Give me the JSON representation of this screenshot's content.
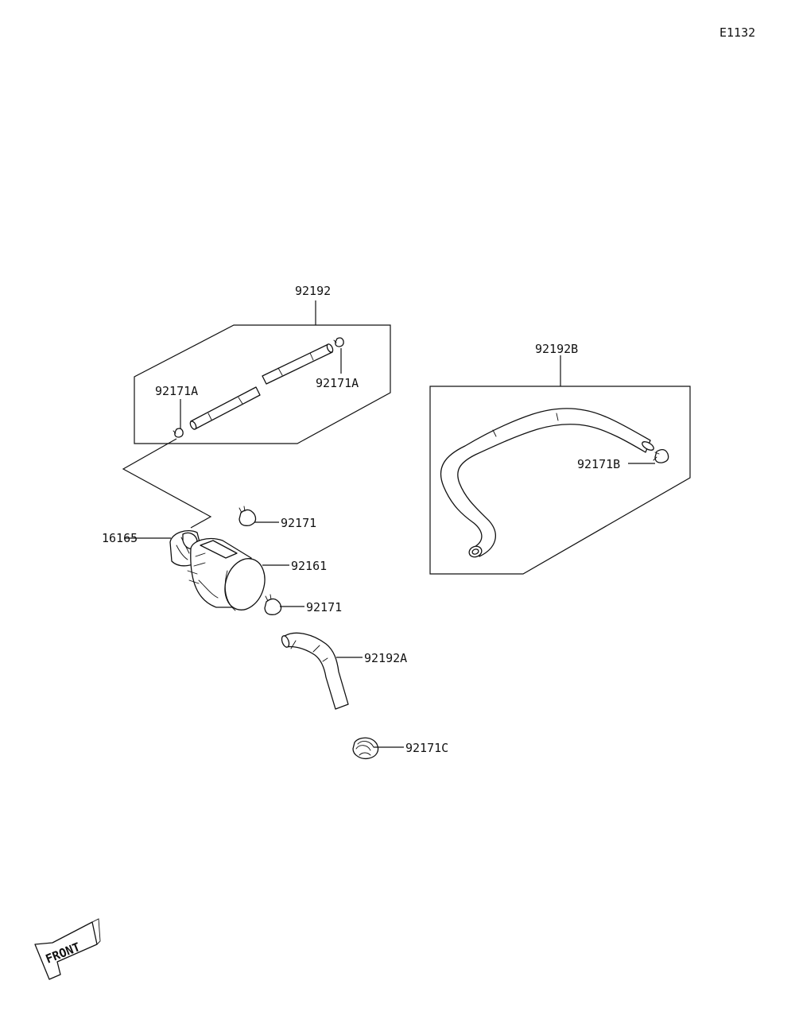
{
  "diagram": {
    "code": "E1132",
    "labels": {
      "p92192": "92192",
      "p92171A_left": "92171A",
      "p92171A_right": "92171A",
      "p92192B": "92192B",
      "p92171B": "92171B",
      "p16165": "16165",
      "p92171_top": "92171",
      "p92161": "92161",
      "p92171_bottom": "92171",
      "p92192A": "92192A",
      "p92171C": "92171C"
    },
    "front_badge": "FRONT"
  }
}
